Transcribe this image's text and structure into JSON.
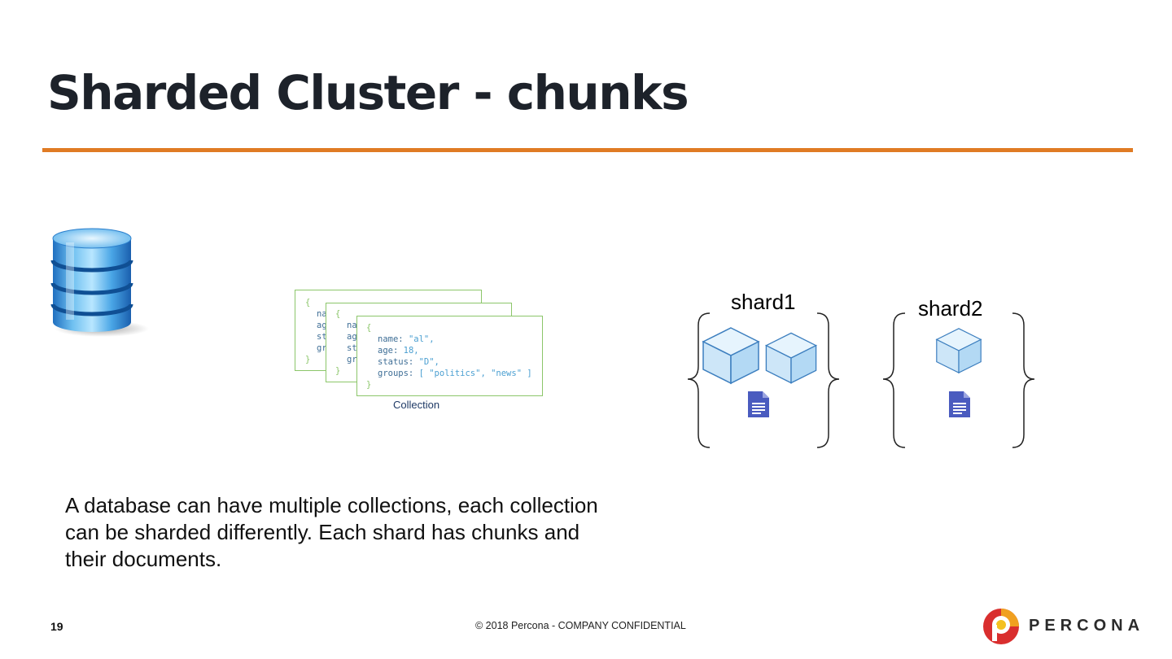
{
  "slide": {
    "title": "Sharded Cluster - chunks",
    "accent_color": "#e07b24",
    "body_text": "A database can have multiple collections, each collection can be sharded differently. Each shard has chunks and their documents.",
    "page_number": "19",
    "footer": "© 2018 Percona - COMPANY CONFIDENTIAL",
    "logo_text": "PERCONA"
  },
  "collection": {
    "label": "Collection",
    "document": {
      "open_brace": "{",
      "close_brace": "}",
      "name_key": "name:",
      "name_value": "\"al\",",
      "age_key": "age:",
      "age_value": "18,",
      "status_key": "status:",
      "status_value": "\"D\",",
      "groups_key": "groups:",
      "groups_value": "[ \"politics\", \"news\" ]"
    },
    "back_card_prefixes": [
      "na",
      "ag",
      "st",
      "gr"
    ]
  },
  "shards": [
    {
      "label": "shard1",
      "chunk_count": 2,
      "document_count": 1
    },
    {
      "label": "shard2",
      "chunk_count": 1,
      "document_count": 1
    }
  ],
  "icons": {
    "database": "database-icon",
    "chunk": "cube-icon",
    "document": "document-icon",
    "logo": "percona-logo-icon"
  },
  "colors": {
    "title": "#1d222a",
    "card_border": "#8cc66a",
    "cube_fill": "#cde6f8",
    "cube_stroke": "#3d7fbf",
    "document_icon": "#4a5bbf"
  }
}
